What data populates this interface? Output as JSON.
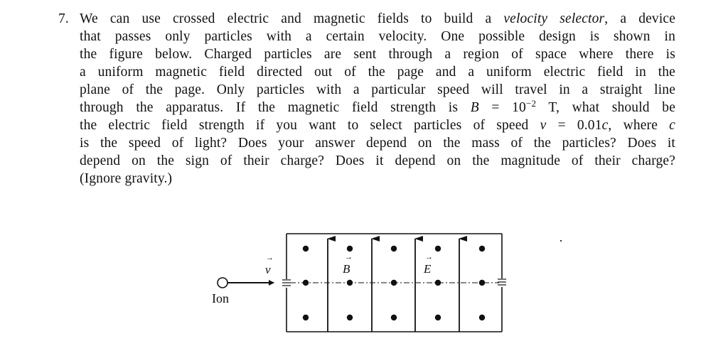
{
  "problem": {
    "number": "7.",
    "lines": [
      {
        "pre": "We can use crossed electric and magnetic fields to build a ",
        "em": "velocity selector",
        "post": ", a device"
      },
      {
        "text": "that passes only particles with a certain velocity.  One possible design is shown in"
      },
      {
        "text": "the figure below.  Charged particles are sent through a region of space where there is"
      },
      {
        "text": "a uniform magnetic field directed out of the page and a uniform electric field in the"
      },
      {
        "text": "plane of the page.  Only particles with a particular speed will travel in a straight line"
      },
      {
        "pre": "through the apparatus.  If the magnetic field strength is ",
        "var": "B",
        "mid": " = 10",
        "sup": "−2",
        "post": " T, what should be"
      },
      {
        "pre": "the electric field strength if you want to select particles of speed ",
        "var": "v",
        "mid": " = 0.01",
        "var2": "c",
        "post": ", where ",
        "var3": "c"
      },
      {
        "text": "is the speed of light? Does your answer depend on the mass of the particles? Does it"
      },
      {
        "text": "depend on the sign of their charge? Does it depend on the magnitude of their charge?"
      },
      {
        "text": "(Ignore gravity.)"
      }
    ]
  },
  "figure": {
    "ion_label": "Ion",
    "velocity_label": "v",
    "b_field_label": "B",
    "e_field_label": "E",
    "vector_arrow": "→",
    "field_line_count": 4,
    "dot_columns": 5,
    "dot_rows": 3
  }
}
